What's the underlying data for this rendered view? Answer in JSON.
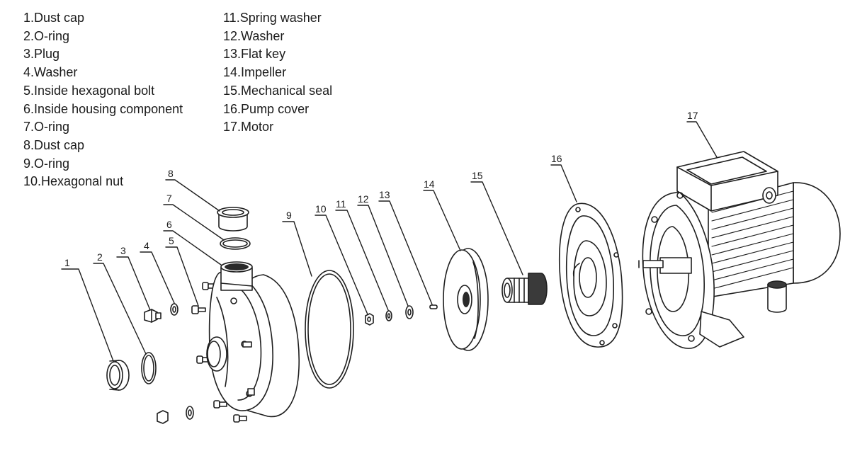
{
  "legend": {
    "items": [
      {
        "num": "1",
        "name": "Dust cap"
      },
      {
        "num": "2",
        "name": "O-ring"
      },
      {
        "num": "3",
        "name": "Plug"
      },
      {
        "num": "4",
        "name": "Washer"
      },
      {
        "num": "5",
        "name": "Inside hexagonal bolt"
      },
      {
        "num": "6",
        "name": "Inside housing component"
      },
      {
        "num": "7",
        "name": "O-ring"
      },
      {
        "num": "8",
        "name": "Dust cap"
      },
      {
        "num": "9",
        "name": "O-ring"
      },
      {
        "num": "10",
        "name": "Hexagonal nut"
      },
      {
        "num": "11",
        "name": "Spring washer"
      },
      {
        "num": "12",
        "name": "Washer"
      },
      {
        "num": "13",
        "name": "Flat key"
      },
      {
        "num": "14",
        "name": "Impeller"
      },
      {
        "num": "15",
        "name": "Mechanical seal"
      },
      {
        "num": "16",
        "name": "Pump cover"
      },
      {
        "num": "17",
        "name": "Motor"
      }
    ]
  },
  "callouts": [
    "1",
    "2",
    "3",
    "4",
    "5",
    "6",
    "7",
    "8",
    "9",
    "10",
    "11",
    "12",
    "13",
    "14",
    "15",
    "16",
    "17"
  ],
  "colors": {
    "line": "#1e1e1e",
    "fill": "#ffffff",
    "shade": "#3a3a3a",
    "text": "#1a1a1a"
  }
}
